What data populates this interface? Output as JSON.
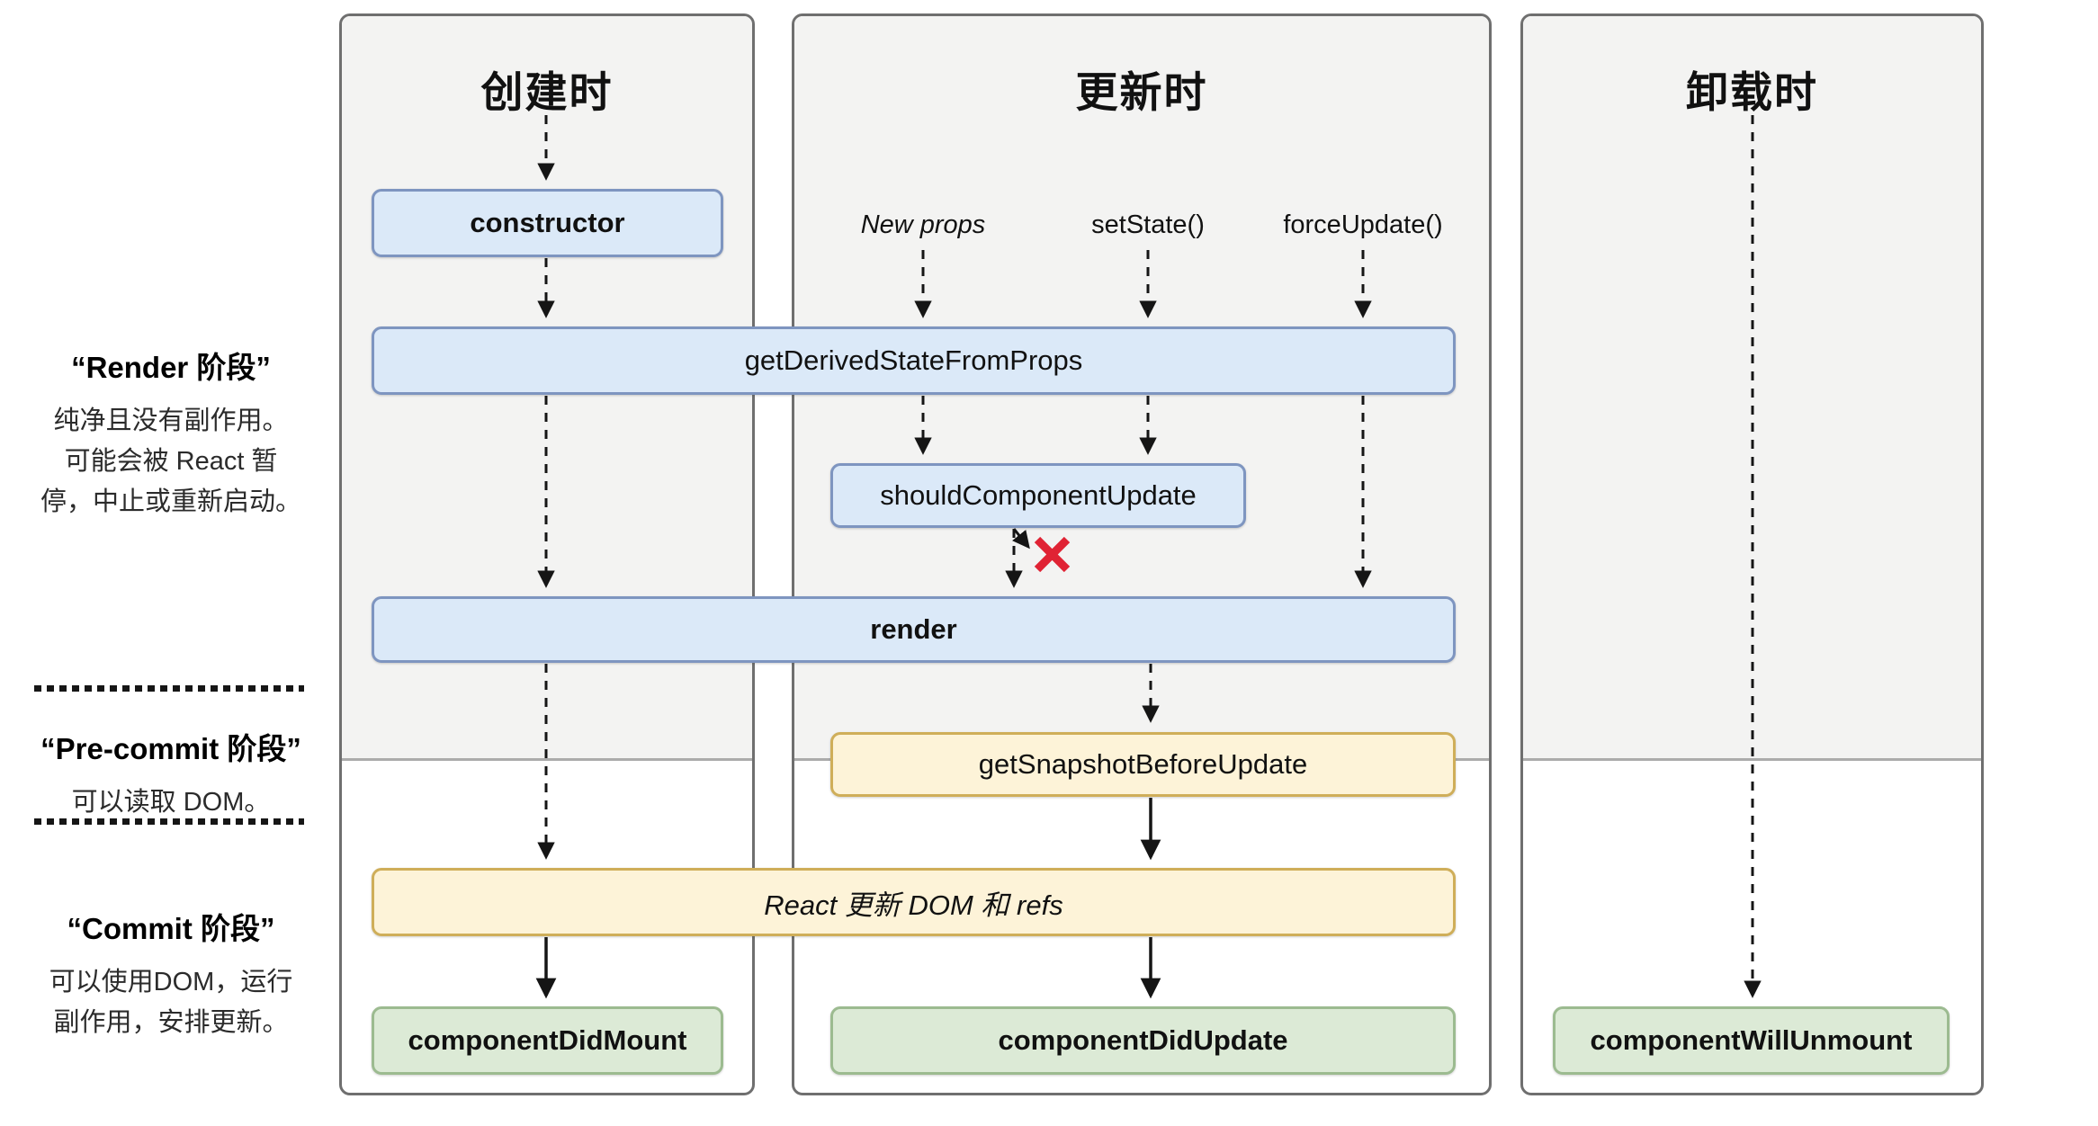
{
  "columns": [
    {
      "id": "mount",
      "title": "创建时"
    },
    {
      "id": "update",
      "title": "更新时"
    },
    {
      "id": "unmount",
      "title": "卸载时"
    }
  ],
  "phases": {
    "render": {
      "title": "“Render 阶段”",
      "lines": [
        "纯净且没有副作用。",
        "可能会被 React 暂",
        "停，中止或重新启动。"
      ]
    },
    "pre_commit": {
      "title": "“Pre-commit 阶段”",
      "lines": [
        "可以读取 DOM。"
      ]
    },
    "commit": {
      "title": "“Commit 阶段”",
      "lines": [
        "可以使用DOM，运行",
        "副作用，安排更新。"
      ]
    }
  },
  "triggers": {
    "new_props": "New props",
    "set_state": "setState()",
    "force_update": "forceUpdate()"
  },
  "nodes": {
    "constructor_box": "constructor",
    "get_derived": "getDerivedStateFromProps",
    "should_update": "shouldComponentUpdate",
    "render_box": "render",
    "get_snapshot": "getSnapshotBeforeUpdate",
    "react_updates": "React 更新 DOM 和 refs",
    "did_mount": "componentDidMount",
    "did_update": "componentDidUpdate",
    "will_unmount": "componentWillUnmount"
  },
  "icons": {
    "skip_update_x": "x-mark-icon"
  },
  "colors": {
    "column_bg": "#f3f3f2",
    "column_border": "#6f6f6f",
    "zone_divider": "#ababab",
    "blue_fill": "#dbe9f8",
    "blue_border": "#7e95c0",
    "yellow_fill": "#fdf3d8",
    "yellow_border": "#cfae59",
    "green_fill": "#dcead6",
    "green_border": "#9cbb90",
    "red_x": "#e02334",
    "arrow": "#151515"
  }
}
